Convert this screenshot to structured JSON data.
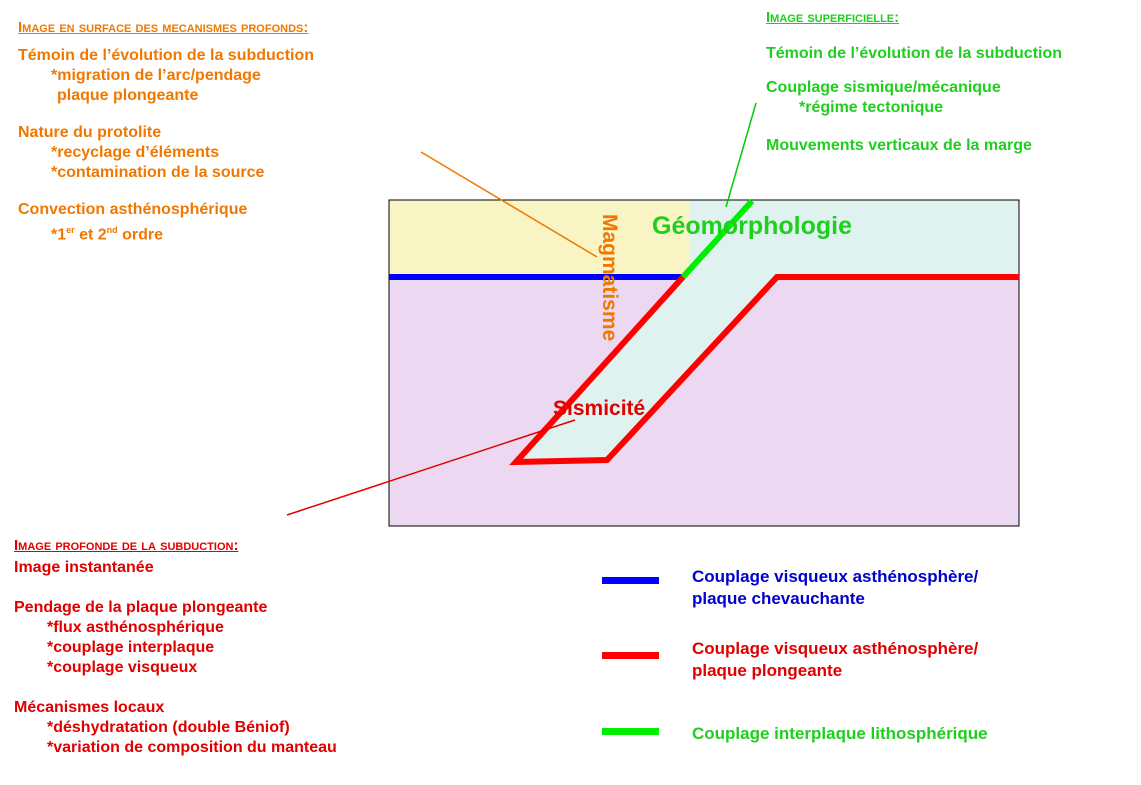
{
  "top_left": {
    "header": "Image en surface des mecanismes profonds:",
    "blocks": [
      {
        "title": "Témoin de l’évolution de la subduction",
        "items": [
          "*migration de l’arc/pendage",
          " plaque plongeante"
        ]
      },
      {
        "title": "Nature du protolite",
        "items": [
          "*recyclage d’éléments",
          "*contamination de la source"
        ]
      },
      {
        "title": "Convection asthénosphérique",
        "items": [
          "*1",
          "er",
          " et 2",
          "nd",
          " ordre"
        ]
      }
    ]
  },
  "top_right": {
    "header": "Image superficielle:",
    "lines": [
      "Témoin de l’évolution de la subduction",
      "Couplage sismique/mécanique",
      "*régime tectonique",
      "Mouvements verticaux de la marge"
    ]
  },
  "bottom_left": {
    "header": "Image profonde de la subduction:",
    "lines": [
      "Image instantanée",
      "Pendage de la plaque plongeante",
      "*flux asthénosphérique",
      "*couplage interplaque",
      "*couplage visqueux",
      "Mécanismes locaux",
      "*déshydratation (double Béniof)",
      "*variation de composition du manteau"
    ]
  },
  "diagram": {
    "geomorphologie": "Géomorphologie",
    "magmatisme": "Magmatisme",
    "sismicite": "Sismicité"
  },
  "legend": [
    {
      "color": "#0000ff",
      "line1": "Couplage visqueux asthénosphère/",
      "line2": "plaque chevauchante"
    },
    {
      "color": "#ff0000",
      "line1": "Couplage visqueux asthénosphère/",
      "line2": "plaque plongeante"
    },
    {
      "color": "#00ee00",
      "line1": "Couplage interplaque lithosphérique",
      "line2": ""
    }
  ],
  "colors": {
    "orange": "#f07800",
    "green": "#1ecf1e",
    "red": "#e00000",
    "blue": "#0000d0",
    "upper_plate": "#f8f4c4",
    "mantle": "#ecd8f0",
    "slab": "#e0f2f0"
  }
}
